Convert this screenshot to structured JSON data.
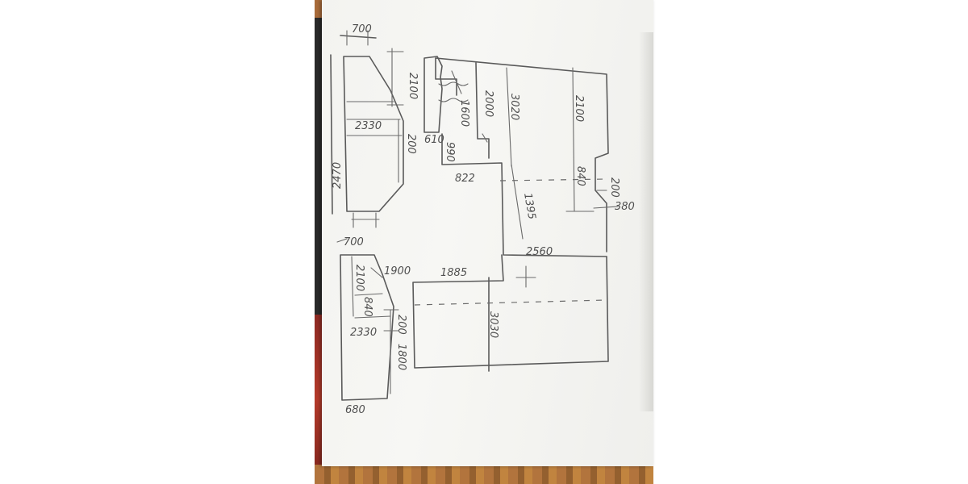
{
  "photo": {
    "subject": "hand-drawn pencil floor plan sketch on paper",
    "colors": {
      "paper": "#f5f5f2",
      "pencil": "#5a5a5a",
      "wood": "#a86b3a",
      "cloth": "#9b2f25"
    }
  },
  "dimensions": [
    {
      "id": "top-left-700",
      "text": "700"
    },
    {
      "id": "left-2330",
      "text": "2330"
    },
    {
      "id": "left-2470",
      "text": "2470"
    },
    {
      "id": "left-2100",
      "text": "2100"
    },
    {
      "id": "left-200",
      "text": "200"
    },
    {
      "id": "room-1600",
      "text": "1600"
    },
    {
      "id": "room-2000",
      "text": "2000"
    },
    {
      "id": "room-3020",
      "text": "3020"
    },
    {
      "id": "room-2100",
      "text": "2100"
    },
    {
      "id": "room-610",
      "text": "610"
    },
    {
      "id": "room-990",
      "text": "990"
    },
    {
      "id": "room-822",
      "text": "822"
    },
    {
      "id": "room-840",
      "text": "840"
    },
    {
      "id": "room-200",
      "text": "200"
    },
    {
      "id": "room-380",
      "text": "380"
    },
    {
      "id": "room-1395",
      "text": "1395"
    },
    {
      "id": "room-2560",
      "text": "2560"
    },
    {
      "id": "room-1885",
      "text": "1885"
    },
    {
      "id": "room-3030",
      "text": "3030"
    },
    {
      "id": "lower-700",
      "text": "700"
    },
    {
      "id": "lower-2100",
      "text": "2100"
    },
    {
      "id": "lower-1900",
      "text": "1900"
    },
    {
      "id": "lower-840",
      "text": "840"
    },
    {
      "id": "lower-2330",
      "text": "2330"
    },
    {
      "id": "lower-200",
      "text": "200"
    },
    {
      "id": "lower-1800",
      "text": "1800"
    },
    {
      "id": "lower-680",
      "text": "680"
    }
  ]
}
